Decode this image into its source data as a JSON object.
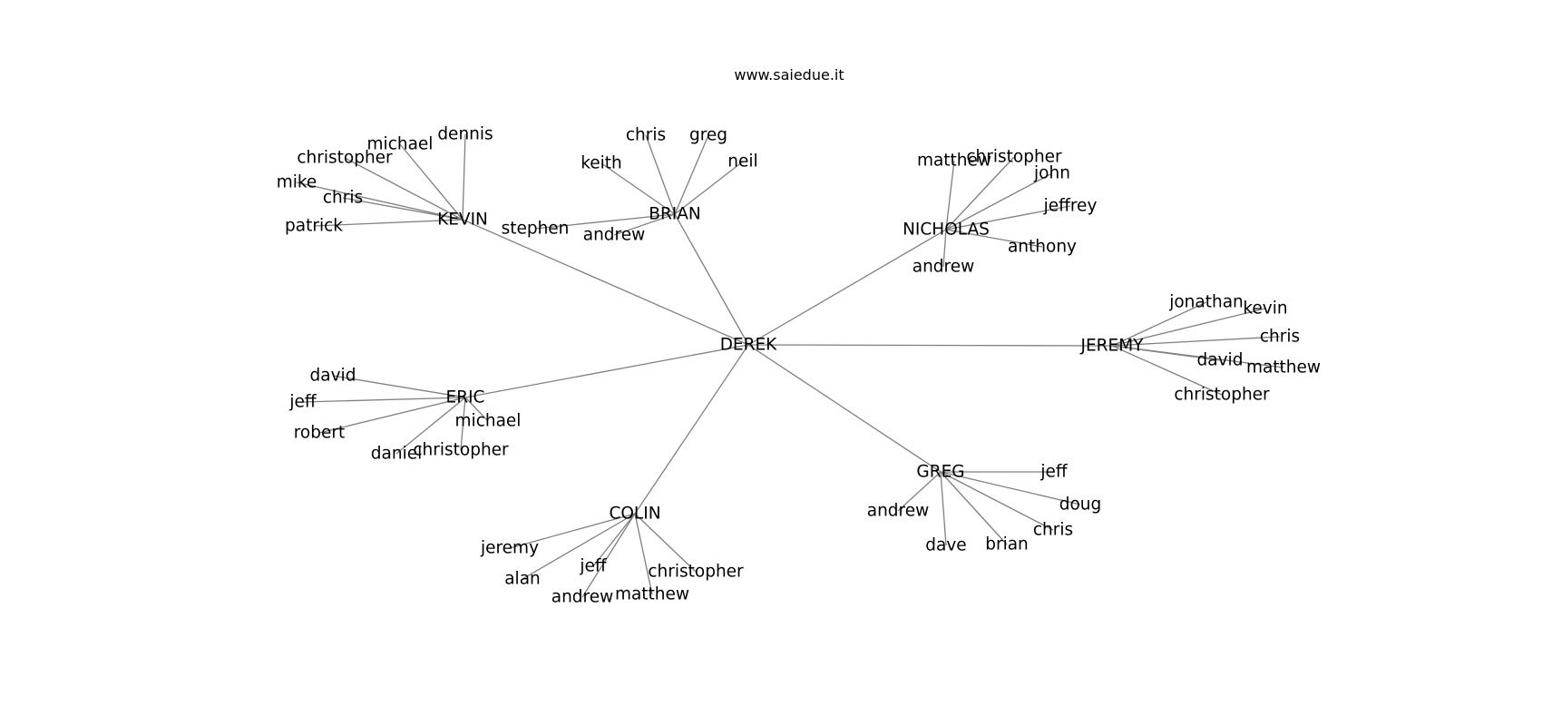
{
  "caption": "www.saiedue.it",
  "graph": {
    "center": "DEREK",
    "groups": [
      {
        "name": "KEVIN",
        "children": [
          "dennis",
          "michael",
          "christopher",
          "mike",
          "chris",
          "patrick"
        ]
      },
      {
        "name": "BRIAN",
        "children": [
          "chris",
          "greg",
          "keith",
          "neil",
          "stephen",
          "andrew"
        ]
      },
      {
        "name": "NICHOLAS",
        "children": [
          "matthew",
          "christopher",
          "john",
          "jeffrey",
          "anthony",
          "andrew"
        ]
      },
      {
        "name": "JEREMY",
        "children": [
          "jonathan",
          "kevin",
          "chris",
          "david",
          "matthew",
          "christopher"
        ]
      },
      {
        "name": "ERIC",
        "children": [
          "david",
          "jeff",
          "robert",
          "michael",
          "daniel",
          "christopher"
        ]
      },
      {
        "name": "GREG",
        "children": [
          "jeff",
          "doug",
          "andrew",
          "chris",
          "dave",
          "brian"
        ]
      },
      {
        "name": "COLIN",
        "children": [
          "jeremy",
          "alan",
          "jeff",
          "christopher",
          "andrew",
          "matthew"
        ]
      }
    ]
  }
}
